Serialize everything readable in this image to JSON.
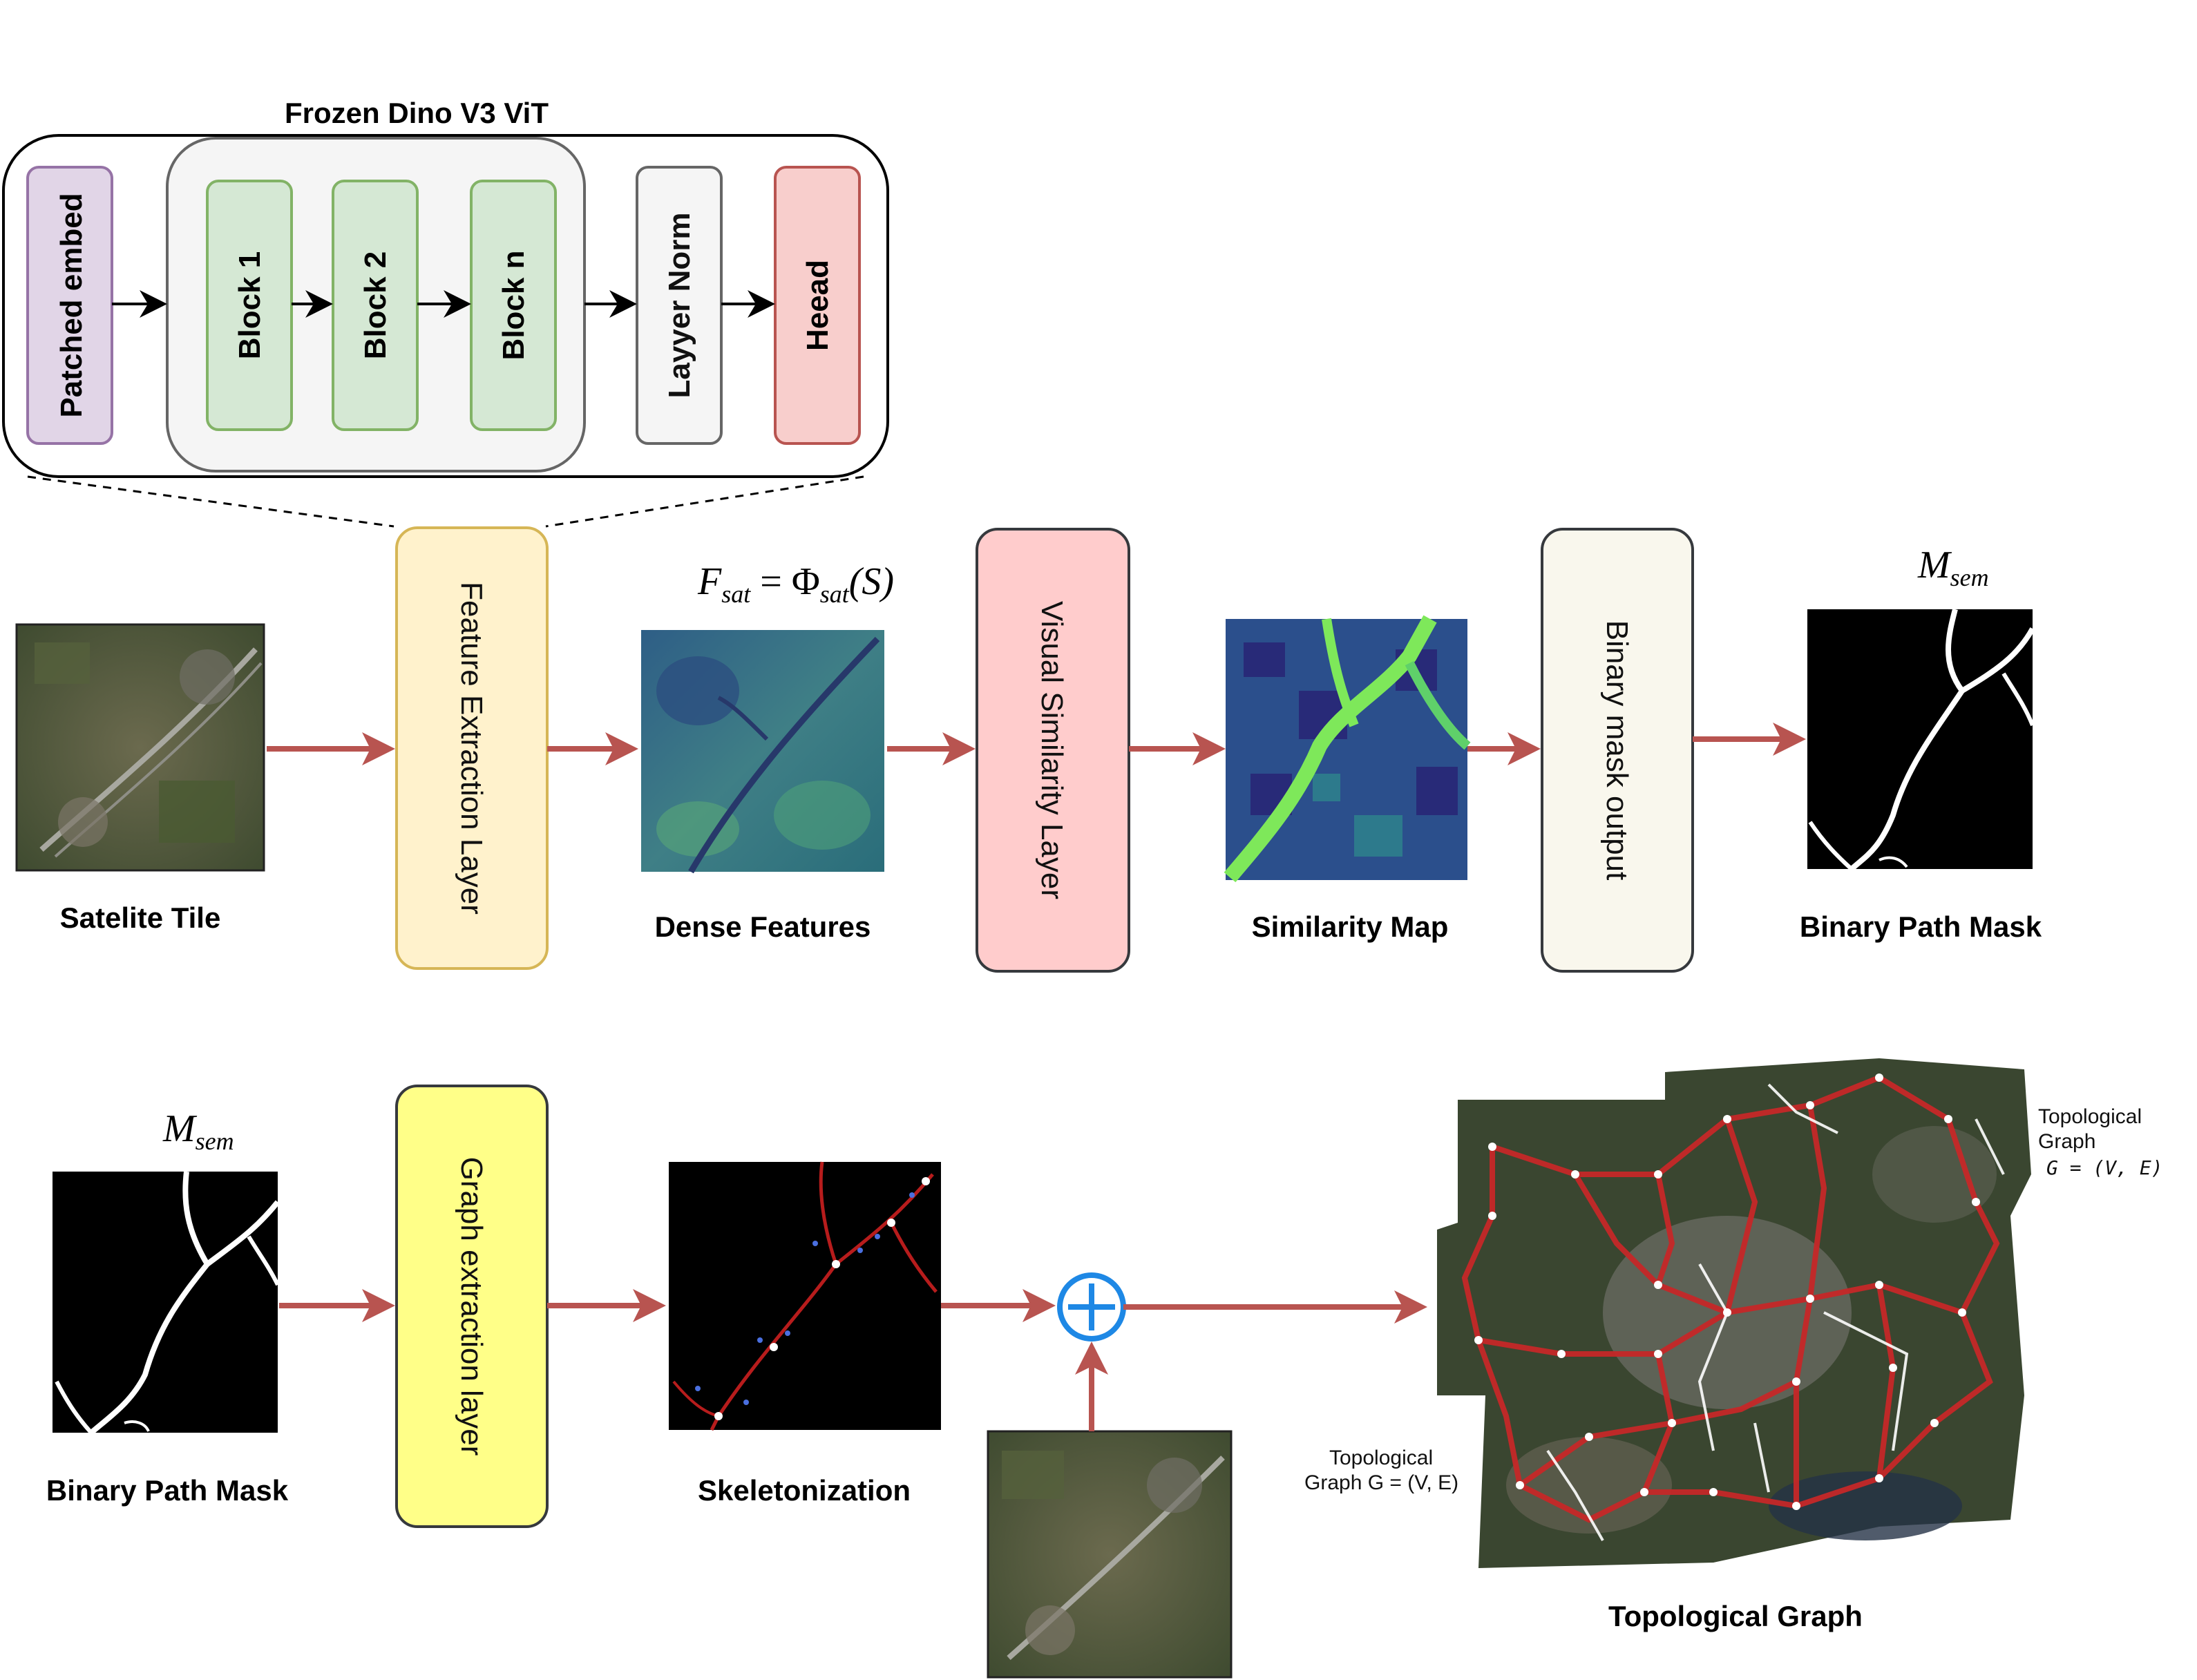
{
  "vit": {
    "title": "Frozen Dino V3 ViT",
    "patched_embed": "Patched embed",
    "block1": "Block 1",
    "block2": "Block 2",
    "blockn": "Block n",
    "layer_norm": "Layyer Norm",
    "head": "Heead"
  },
  "pipeline1": {
    "satellite_tile": "Satelite Tile",
    "feature_extraction": "Feature Extraction Layer",
    "dense_features": "Dense Features",
    "feature_eq_lhs": "F",
    "feature_eq_lhs_sub": "sat",
    "feature_eq_mid": " = Φ",
    "feature_eq_mid_sub": "sat",
    "feature_eq_arg": "(S)",
    "visual_similarity": "Visual Similarity Layer",
    "similarity_map": "Similarity Map",
    "binary_mask_output": "Binary mask output",
    "binary_path_mask": "Binary Path Mask",
    "m_sem": "M",
    "m_sem_sub": "sem"
  },
  "pipeline2": {
    "m_sem": "M",
    "m_sem_sub": "sem",
    "binary_path_mask": "Binary Path Mask",
    "graph_extraction": "Graph extraction layer",
    "skeletonization": "Skeletonization",
    "topological_graph": "Topological Graph",
    "overlay_label_right_1": "Topological",
    "overlay_label_right_2": "Graph",
    "overlay_label_right_3": "G = (V, E)",
    "overlay_label_left_1": "Topological",
    "overlay_label_left_2": "Graph G = (V, E)"
  },
  "colors": {
    "arrow": "#b85450",
    "embed_fill": "#e1d5e7",
    "embed_stroke": "#9673a6",
    "block_fill": "#d5e8d4",
    "block_stroke": "#82b366",
    "norm_fill": "#f5f5f5",
    "norm_stroke": "#666666",
    "head_fill": "#f8cecc",
    "head_stroke": "#b85450",
    "feature_fill": "#fff2cc",
    "feature_stroke": "#d6b656",
    "similarity_fill": "#ffcccc",
    "mask_fill": "#f9f7ed",
    "graph_fill": "#ffff88",
    "plus": "#1e88e5"
  }
}
